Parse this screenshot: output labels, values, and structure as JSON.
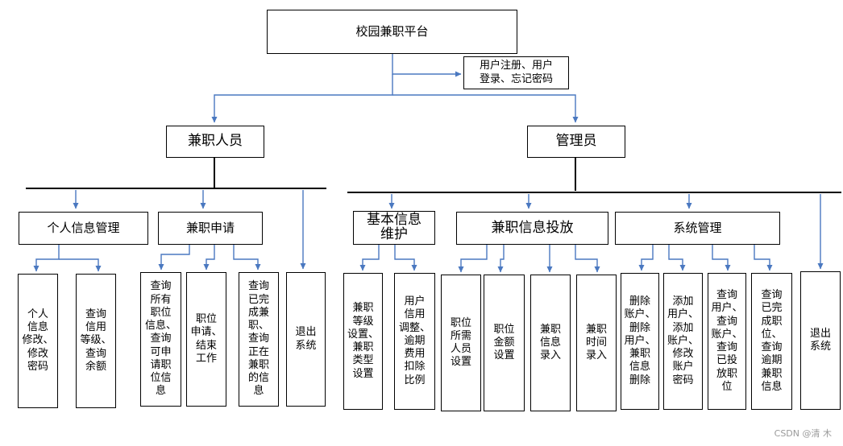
{
  "root": "校园兼职平台",
  "login_note": "用户注册、用户\n登录、忘记密码",
  "roles": {
    "worker": "兼职人员",
    "admin": "管理员"
  },
  "modules": {
    "personal_info": "个人信息管理",
    "job_apply": "兼职申请",
    "basic_info": "基本信息\n维护",
    "job_post": "兼职信息投放",
    "system_mgmt": "系统管理"
  },
  "leaves": {
    "personal_edit": "个人\n信息\n修改、\n修改\n密码",
    "credit_query": "查询\n信用\n等级、\n查询\n余额",
    "job_query": "查询\n所有\n职位\n信息、\n查询\n可申\n请职\n位信\n息",
    "job_apply_end": "职位\n申请、\n结束\n工作",
    "job_status_query": "查询\n已完\n成兼\n职、\n查询\n正在\n兼职\n的信\n息",
    "worker_logout": "退出\n系统",
    "level_setting": "兼职\n等级\n设置、\n兼职\n类型\n设置",
    "credit_adjust": "用户\n信用\n调整、\n逾期\n费用\n扣除\n比例",
    "staff_setting": "职位\n所需\n人员\n设置",
    "amount_setting": "职位\n金额\n设置",
    "info_entry": "兼职\n信息\n录入",
    "time_entry": "兼职\n时间\n录入",
    "delete_ops": "删除\n账户、\n删除\n用户、\n兼职\n信息\n删除",
    "add_ops": "添加\n用户、\n添加\n账户、\n修改\n账户\n密码",
    "query_ops": "查询\n用户、\n查询\n账户、\n查询\n已投\n放职\n位",
    "overdue_query": "查询\n已完\n成职\n位、\n查询\n逾期\n兼职\n信息",
    "admin_logout": "退出\n系统"
  },
  "watermark": "CSDN @清  木",
  "colors": {
    "arrow": "#4a78c0",
    "line": "#000000"
  }
}
